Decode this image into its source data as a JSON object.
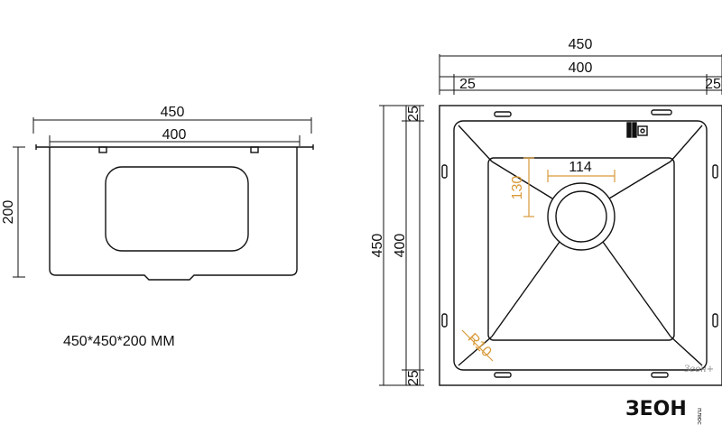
{
  "side_view": {
    "overall_width": "450",
    "bowl_width": "400",
    "depth": "200"
  },
  "top_view": {
    "overall_width": "450",
    "bowl_width": "400",
    "flange_left": "25",
    "flange_right": "25",
    "overall_length": "450",
    "bowl_length": "400",
    "flange_top": "25",
    "flange_bottom": "25",
    "drain_diameter": "114",
    "drain_offset": "130",
    "corner_radius": "R10"
  },
  "caption": "450*450*200 MM",
  "brand": {
    "script": "Зеон+",
    "logo": "ЗЕОН",
    "logo_suffix": "плюс"
  },
  "colors": {
    "line": "#111111",
    "annotation": "#d99a3a"
  }
}
